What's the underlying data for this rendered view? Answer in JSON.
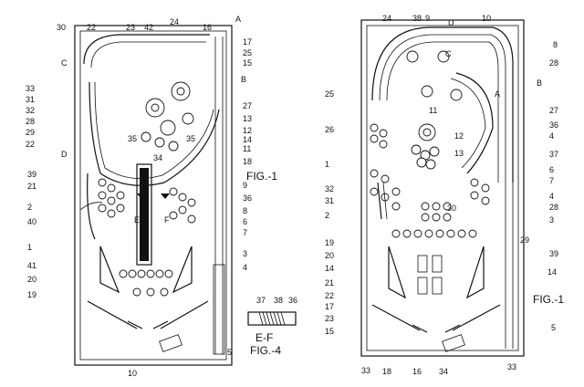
{
  "figures": {
    "fig1_left": {
      "caption": "FIG.-1",
      "labels": [
        "30",
        "22",
        "23",
        "42",
        "24",
        "16",
        "A",
        "17",
        "25",
        "15",
        "B",
        "C",
        "33",
        "31",
        "32",
        "28",
        "29",
        "22",
        "D",
        "27",
        "13",
        "12",
        "14",
        "11",
        "18",
        "35",
        "35",
        "34",
        "39",
        "21",
        "9",
        "36",
        "8",
        "2",
        "40",
        "E",
        "F",
        "6",
        "7",
        "1",
        "3",
        "41",
        "20",
        "4",
        "19",
        "5",
        "10"
      ]
    },
    "fig4": {
      "caption": "FIG.-4",
      "section_label": "E-F",
      "labels": [
        "37",
        "38",
        "36"
      ]
    },
    "fig1_right": {
      "caption": "FIG.-1",
      "labels": [
        "24",
        "38",
        "9",
        "10",
        "D",
        "8",
        "C",
        "28",
        "25",
        "B",
        "A",
        "27",
        "11",
        "26",
        "36",
        "12",
        "4",
        "13",
        "37",
        "1",
        "6",
        "7",
        "32",
        "4",
        "31",
        "30",
        "28",
        "2",
        "3",
        "29",
        "19",
        "39",
        "20",
        "14",
        "14",
        "21",
        "22",
        "17",
        "23",
        "15",
        "18",
        "16",
        "34",
        "33",
        "33",
        "5"
      ]
    }
  }
}
